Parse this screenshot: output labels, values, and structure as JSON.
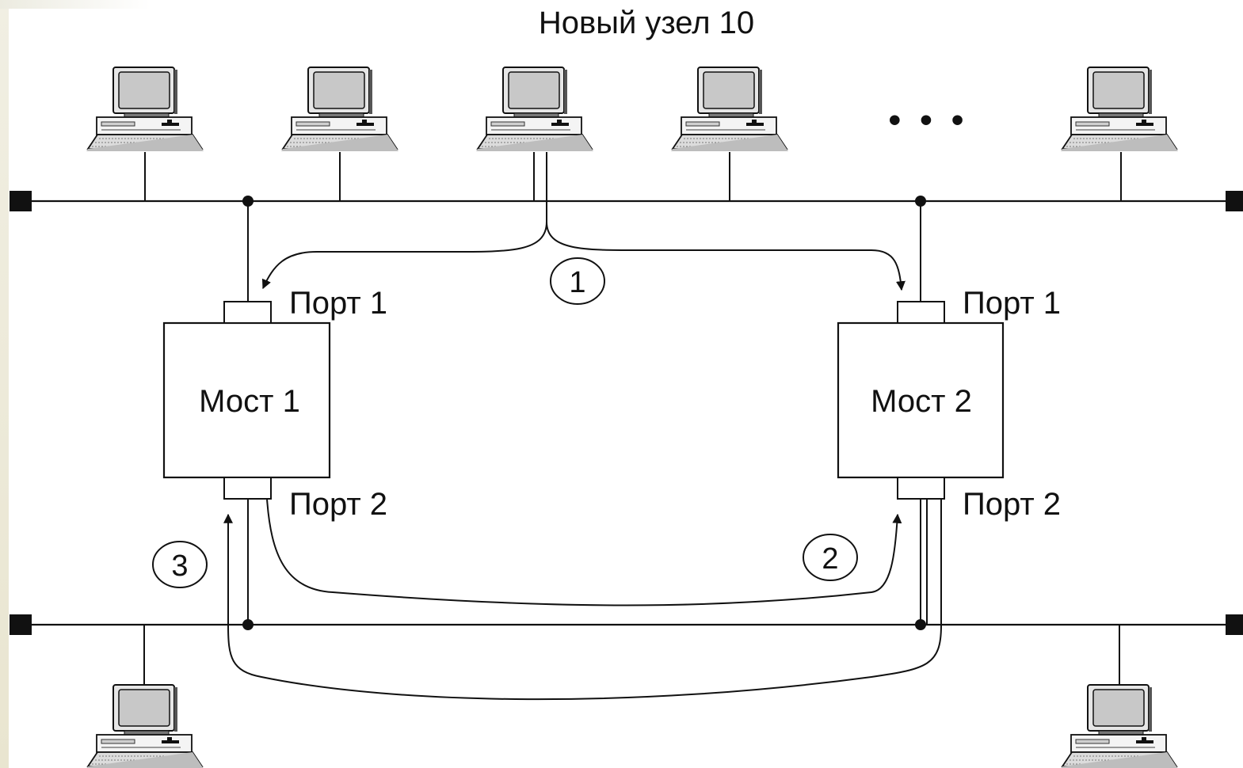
{
  "title": "Новый узел 10",
  "ellipsis": "• • •",
  "bridges": [
    {
      "label": "Мост 1",
      "port_top": "Порт 1",
      "port_bottom": "Порт 2"
    },
    {
      "label": "Мост 2",
      "port_top": "Порт 1",
      "port_bottom": "Порт 2"
    }
  ],
  "step_markers": [
    "1",
    "2",
    "3"
  ],
  "icons": {
    "computer": "computer-icon",
    "terminator": "terminator-icon",
    "junction": "junction-dot"
  },
  "colors": {
    "line": "#111111",
    "monitor_screen": "#c8c8c8",
    "background": "#ffffff"
  }
}
